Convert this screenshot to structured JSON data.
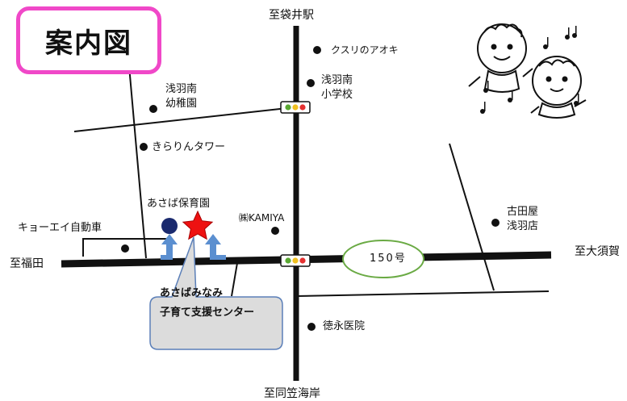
{
  "title": "案内図",
  "destinations": {
    "north": "至袋井駅",
    "south": "至同笠海岸",
    "west": "至福田",
    "east": "至大須賀"
  },
  "landmarks": {
    "kusuri": "クスリのアオキ",
    "school": [
      "浅羽南",
      "小学校"
    ],
    "kindergarten": [
      "浅羽南",
      "幼稚園"
    ],
    "kirarin": "きらりんタワー",
    "asaba_hoikuen": "あさば保育園",
    "kyoei": "キョーエイ自動車",
    "kamiya": "㈱KAMIYA",
    "furutaya": [
      "古田屋",
      "浅羽店"
    ],
    "tokunaga": "徳永医院"
  },
  "route": "150号",
  "target": [
    "あさばみなみ",
    "子育て支援センター"
  ],
  "colors": {
    "title_border": "#f048c8",
    "star": "#ee1111",
    "route_oval": "#6aaa44",
    "arrow": "#5b8fd0",
    "callout_bg": "#dcdcdc",
    "callout_border": "#5b7fb8"
  }
}
